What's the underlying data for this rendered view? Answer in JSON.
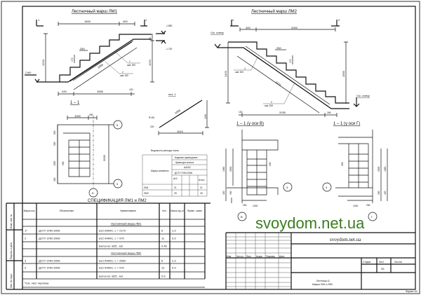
{
  "lm1": {
    "title": "Лестничный марш ЛМ1",
    "section_mark": "1",
    "dims": {
      "d1500": "1500",
      "d400": "400",
      "d50": "50",
      "d1070": "1070",
      "d1220": "1220",
      "d250": "250",
      "d172": "172",
      "d1885": "1885",
      "d245": "245",
      "d1555": "1555",
      "d100": "100"
    },
    "levels": {
      "top": "-1.580",
      "mid": "-1.730",
      "bottom": "-2.600"
    },
    "bars": [
      {
        "num": "1",
        "step": "шаг 200"
      },
      {
        "num": "2",
        "step": "шаг 200"
      }
    ]
  },
  "lm2": {
    "title": "Лестничный марш ЛМ2",
    "section_mark": "2",
    "see_scheme": "См. схему",
    "dims": {
      "d400": "400",
      "d2000": "2000",
      "d50": "50",
      "d1420": "1420",
      "d250": "250",
      "d172": "172",
      "d2475": "2475",
      "d1550": "1550",
      "d100": "100",
      "d2035": "2035",
      "d265": "265"
    },
    "bars": [
      {
        "num": "4",
        "step": "шаг 200"
      },
      {
        "num": "2",
        "step": "шаг 200"
      }
    ]
  },
  "pos1": {
    "title": "поз. 1",
    "r": "R=96",
    "d220": "220",
    "d1950": "1950",
    "d1100": "1100",
    "d1610": "1610"
  },
  "plan1": {
    "title": "1 – 1",
    "d1000": "1000",
    "d250": "250",
    "d3000": "3000",
    "d800": "800",
    "d500": "500",
    "d1500": "1500",
    "d250b": "250",
    "d380": "380",
    "axis5": "5",
    "axis3": "3",
    "axisB": "Б"
  },
  "planB": {
    "title": "1 – 1 (у оси В)",
    "d1880": "1880",
    "d2000": "2000",
    "d250": "250",
    "d420": "420",
    "d300": "300",
    "d250b": "250",
    "d1000": "1000",
    "axis3": "3",
    "axisV": "В"
  },
  "planG": {
    "title": "1 – 1 (у оси Г)",
    "d1880": "1880",
    "d2000": "2000",
    "d250": "250",
    "d420": "420",
    "d300": "300",
    "d1000": "1000",
    "d250b": "250",
    "axis3": "3",
    "axisG": "Г"
  },
  "steel": {
    "title": "Ведомость расхода стали",
    "col_mark": "Марка элемента",
    "h1": "Изделия арматурные",
    "h2": "Арматура класса",
    "h3": "А400С",
    "h4": "ДСТУ 3760:2006",
    "h5": "ø12",
    "h6": "Итого",
    "rows": [
      [
        "ЛМ1",
        "21",
        "21"
      ],
      [
        "ЛМ2",
        "25",
        "25"
      ]
    ]
  },
  "spec": {
    "title": "СПЕЦИФИКАЦИЯ ЛМ1 и ЛМ2",
    "headers": [
      "Марка поз.",
      "Обозначение",
      "Наименование",
      "Кол.",
      "Масса ед.,кг",
      "Приме- чание"
    ],
    "rows": [
      [
        "",
        "",
        "Лестничный марш ЛМ1",
        "",
        "",
        ""
      ],
      [
        "1*",
        "ДСТУ 3760:2006",
        "ø12 А400С, L = 2170",
        "6",
        "1.9",
        ""
      ],
      [
        "2",
        "ДСТУ 3760:2006",
        "ø12 А400С, L = 970",
        "11",
        "0.9",
        ""
      ],
      [
        "",
        "",
        "Бетон кл. В25 , м3",
        "0.46",
        "",
        ""
      ],
      [
        "",
        "",
        "Лестничный марш ЛМ2",
        "",
        "",
        ""
      ],
      [
        "3",
        "ДСТУ 3760:2006",
        "ø12 А400С, L = 2560",
        "6",
        "2.3",
        ""
      ],
      [
        "2",
        "ДСТУ 3760:2006",
        "ø12 А400С, L = 970",
        "12",
        "0.9",
        ""
      ],
      [
        "",
        "",
        "Бетон кл. В25 , м3",
        "0.6",
        "",
        ""
      ],
      [
        "*См. лист чертежа",
        "",
        "",
        "",
        "",
        ""
      ]
    ]
  },
  "side_stamp": [
    "Взам. инв. №",
    "Подпись и дата",
    "Инв. № подл."
  ],
  "watermark": "svoydom.net.ua",
  "titleblock": {
    "site": "svoydom.net.ua",
    "cols": [
      "Изм.",
      "Кол.уч",
      "Лист",
      "№док",
      "Подпись",
      "Дата"
    ],
    "stage": "Стадия",
    "sheet": "Лист",
    "sheets": "Листов",
    "sheet_no": "33",
    "name_line1": "Лестница 11.",
    "name_line2": "Марши ЛМ1 и ЛМ2.",
    "format": "Формат А3"
  }
}
